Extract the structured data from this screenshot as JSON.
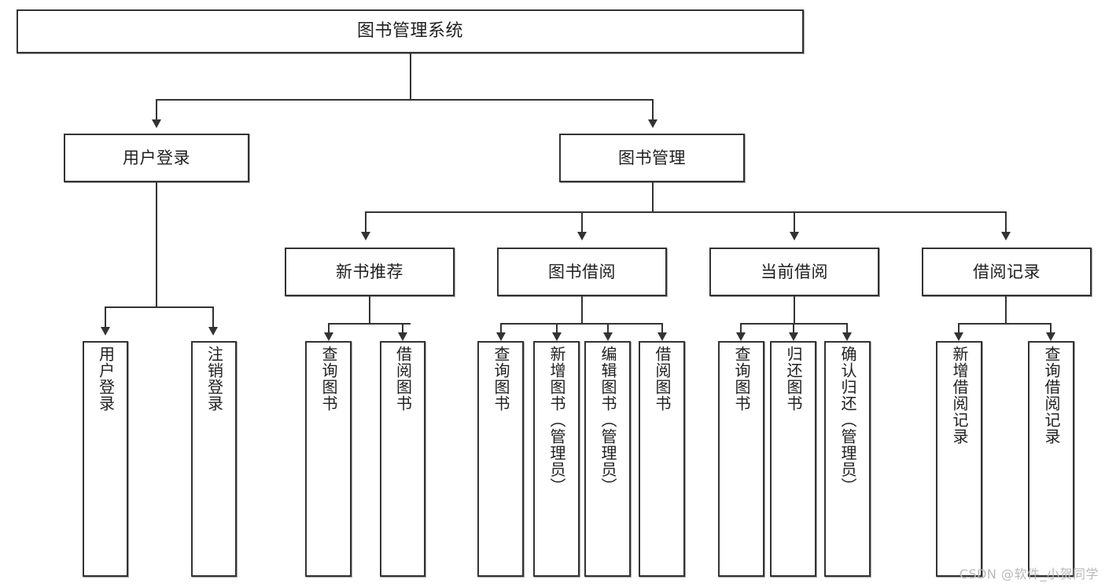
{
  "diagram": {
    "type": "tree-hierarchy",
    "title": "图书管理系统",
    "root": {
      "label": "图书管理系统"
    },
    "level2": [
      {
        "label": "用户登录"
      },
      {
        "label": "图书管理"
      }
    ],
    "level3": [
      {
        "label": "新书推荐"
      },
      {
        "label": "图书借阅"
      },
      {
        "label": "当前借阅"
      },
      {
        "label": "借阅记录"
      }
    ],
    "leaves": {
      "user_login": [
        {
          "label": "用户登录"
        },
        {
          "label": "注销登录"
        }
      ],
      "new_book_recommend": [
        {
          "label": "查询图书"
        },
        {
          "label": "借阅图书"
        }
      ],
      "book_borrow": [
        {
          "label": "查询图书"
        },
        {
          "label": "新增图书（管理员）"
        },
        {
          "label": "编辑图书（管理员）"
        },
        {
          "label": "借阅图书"
        }
      ],
      "current_borrow": [
        {
          "label": "查询图书"
        },
        {
          "label": "归还图书"
        },
        {
          "label": "确认归还（管理员）"
        }
      ],
      "borrow_record": [
        {
          "label": "新增借阅记录"
        },
        {
          "label": "查询借阅记录"
        }
      ]
    }
  },
  "watermark": {
    "text": "CSDN @软件_小贺同学"
  },
  "colors": {
    "stroke": "#333333",
    "text": "#1f1f1f",
    "background": "#ffffff",
    "watermark": "#b9b9b9"
  }
}
